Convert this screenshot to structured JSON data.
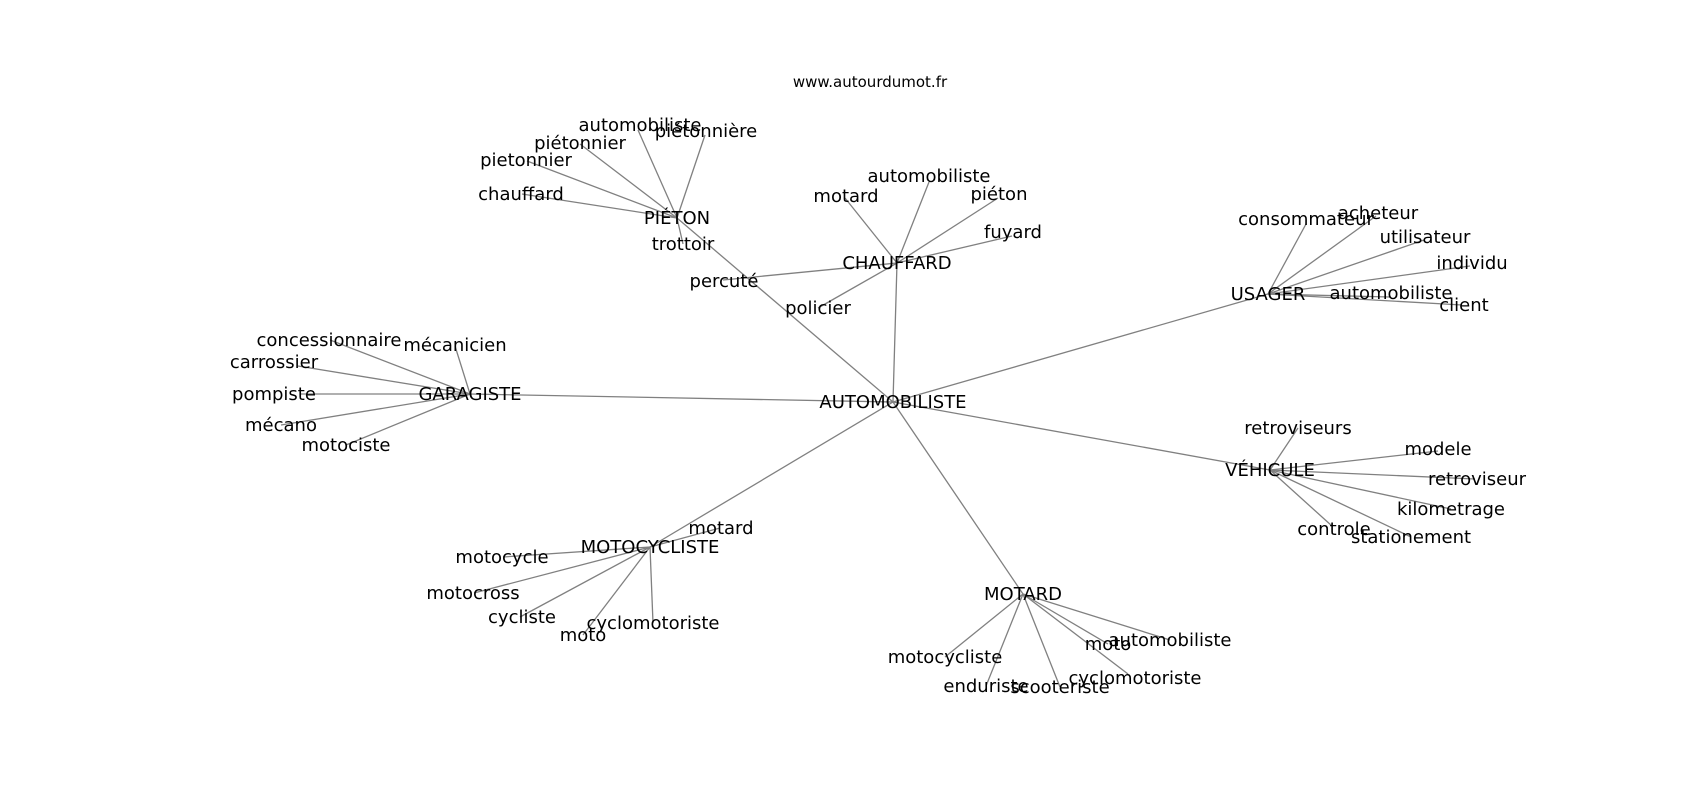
{
  "site": "www.autourdumot.fr",
  "diagram": {
    "root": "AUTOMOBILISTE",
    "hubs": [
      {
        "label": "PIÉTON",
        "children": [
          "automobiliste",
          "piétonnière",
          "piétonnier",
          "pietonnier",
          "chauffard",
          "trottoir"
        ]
      },
      {
        "label": "CHAUFFARD",
        "children": [
          "automobiliste",
          "motard",
          "piéton",
          "fuyard",
          "percuté",
          "policier"
        ]
      },
      {
        "label": "USAGER",
        "children": [
          "consommateur",
          "acheteur",
          "utilisateur",
          "individu",
          "automobiliste",
          "client"
        ]
      },
      {
        "label": "GARAGISTE",
        "children": [
          "concessionnaire",
          "mécanicien",
          "carrossier",
          "pompiste",
          "mécano",
          "motociste"
        ]
      },
      {
        "label": "VÉHICULE",
        "children": [
          "retroviseurs",
          "modele",
          "retroviseur",
          "kilometrage",
          "controle",
          "stationement"
        ]
      },
      {
        "label": "MOTOCYCLISTE",
        "children": [
          "motard",
          "motocycle",
          "motocross",
          "cycliste",
          "moto",
          "cyclomotoriste"
        ]
      },
      {
        "label": "MOTARD",
        "children": [
          "motocycliste",
          "enduriste",
          "scooteriste",
          "moto",
          "automobiliste",
          "cyclomotoriste"
        ]
      }
    ]
  }
}
